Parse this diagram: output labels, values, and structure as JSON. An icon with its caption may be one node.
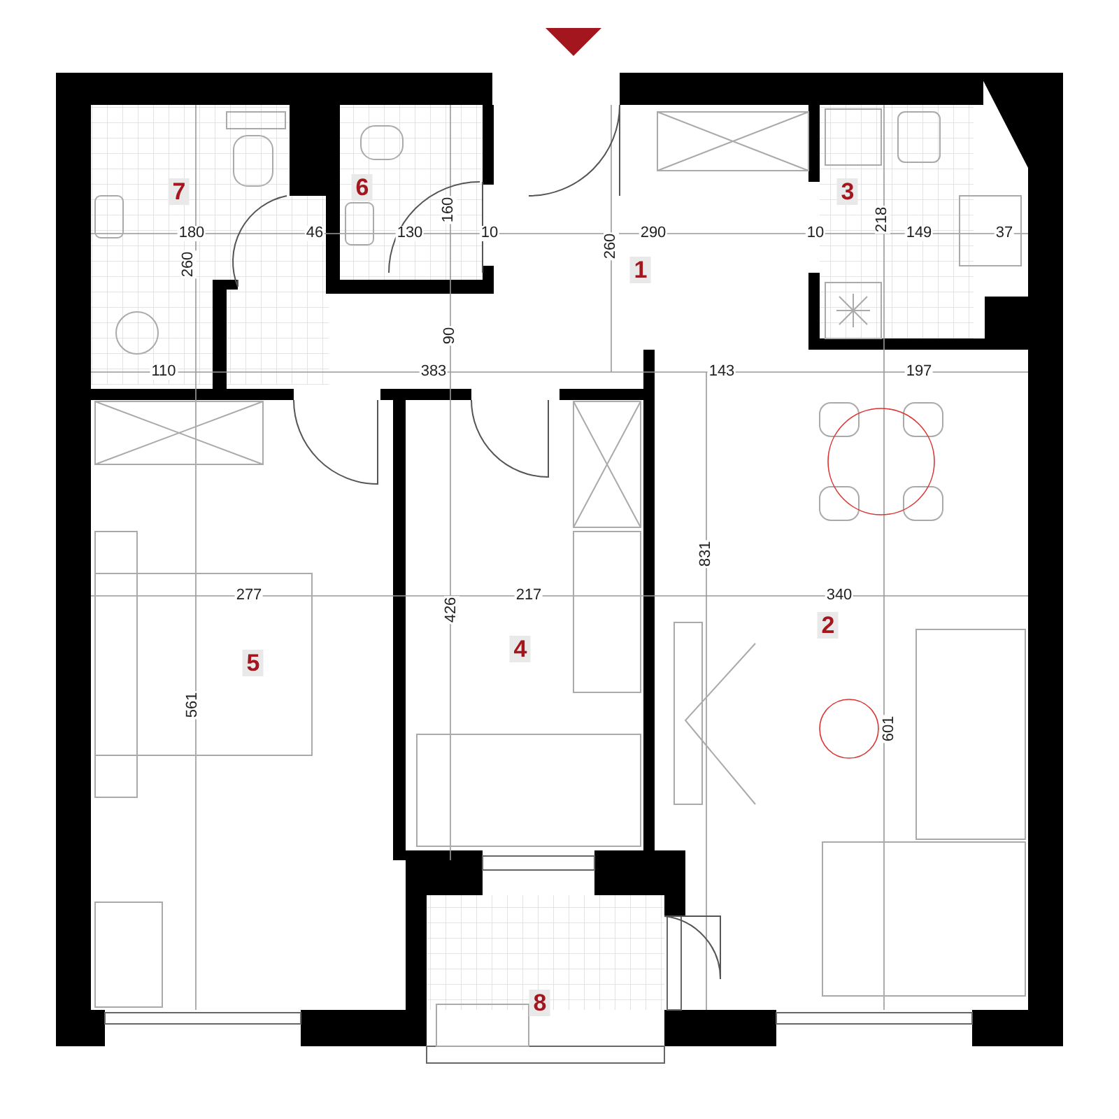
{
  "diagram": {
    "labels": [
      "7",
      "6",
      "3",
      "160",
      "180",
      "46",
      "130",
      "10",
      "260",
      "290",
      "10",
      "218",
      "149",
      "37",
      "1",
      "260",
      "90",
      "110",
      "383",
      "143",
      "197",
      "831",
      "277",
      "217",
      "340",
      "426",
      "5",
      "4",
      "2",
      "561",
      "601",
      "8"
    ]
  }
}
